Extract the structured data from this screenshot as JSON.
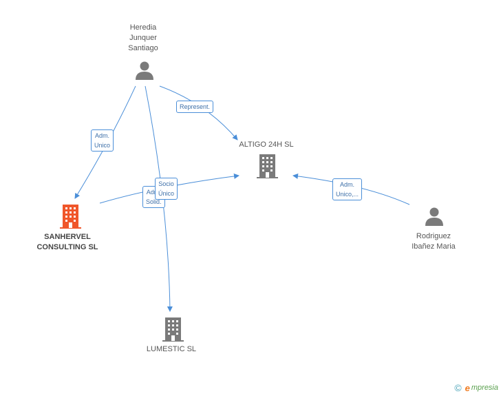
{
  "colors": {
    "edge": "#4a8ed8",
    "person_icon": "#7a7a7a",
    "company_icon": "#7a7a7a",
    "highlight_company_icon": "#f0562a"
  },
  "nodes": {
    "heredia": {
      "label": "Heredia\nJunquer\nSantiago",
      "icon": "person-icon"
    },
    "altigo": {
      "label": "ALTIGO 24H  SL",
      "icon": "building-icon"
    },
    "sanhervel": {
      "label": "SANHERVEL\nCONSULTING SL",
      "icon": "building-icon"
    },
    "rodriguez": {
      "label": "Rodriguez\nIbañez Maria",
      "icon": "person-icon"
    },
    "lumestic": {
      "label": "LUMESTIC SL",
      "icon": "building-icon"
    }
  },
  "edges": {
    "represent": "Represent.",
    "adm_unico_left": "Adm.\nUnico",
    "adm_solid": "Adm.\nSolid.",
    "socio_unico": "Socio\nÚnico",
    "adm_unico_right": "Adm.\nUnico,..."
  },
  "brand": {
    "copyright": "©",
    "initial": "e",
    "name": "mpresia"
  }
}
